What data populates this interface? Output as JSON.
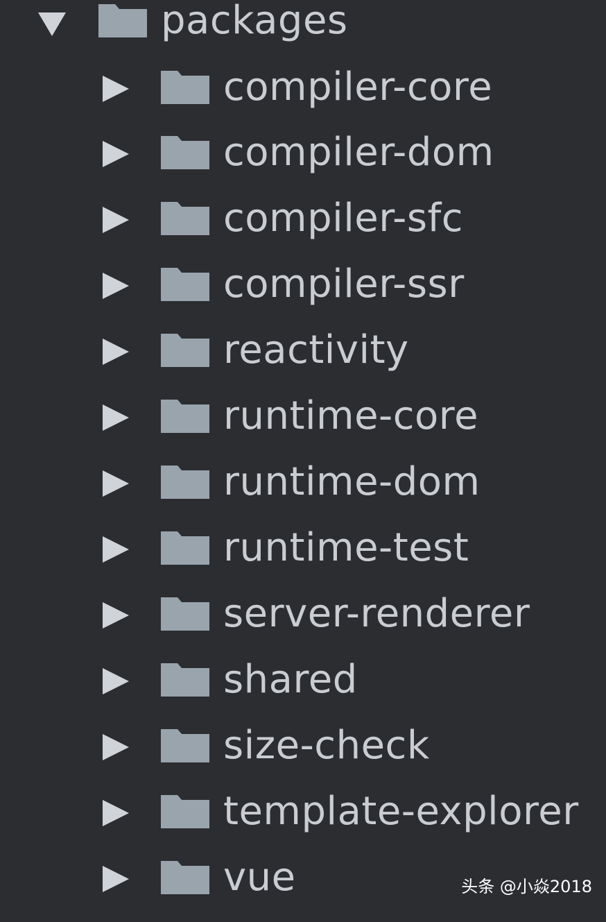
{
  "tree": {
    "root": {
      "label": "packages",
      "expanded": true,
      "icon": "folder-icon",
      "children": [
        {
          "label": "compiler-core"
        },
        {
          "label": "compiler-dom"
        },
        {
          "label": "compiler-sfc"
        },
        {
          "label": "compiler-ssr"
        },
        {
          "label": "reactivity"
        },
        {
          "label": "runtime-core"
        },
        {
          "label": "runtime-dom"
        },
        {
          "label": "runtime-test"
        },
        {
          "label": "server-renderer"
        },
        {
          "label": "shared"
        },
        {
          "label": "size-check"
        },
        {
          "label": "template-explorer"
        },
        {
          "label": "vue"
        }
      ]
    }
  },
  "watermark": {
    "text": "头条 @小焱2018"
  },
  "colors": {
    "background": "#2b2d31",
    "text": "#c9ccd1",
    "folder": "#9aa4ad",
    "chevron": "#d0d3d8"
  }
}
